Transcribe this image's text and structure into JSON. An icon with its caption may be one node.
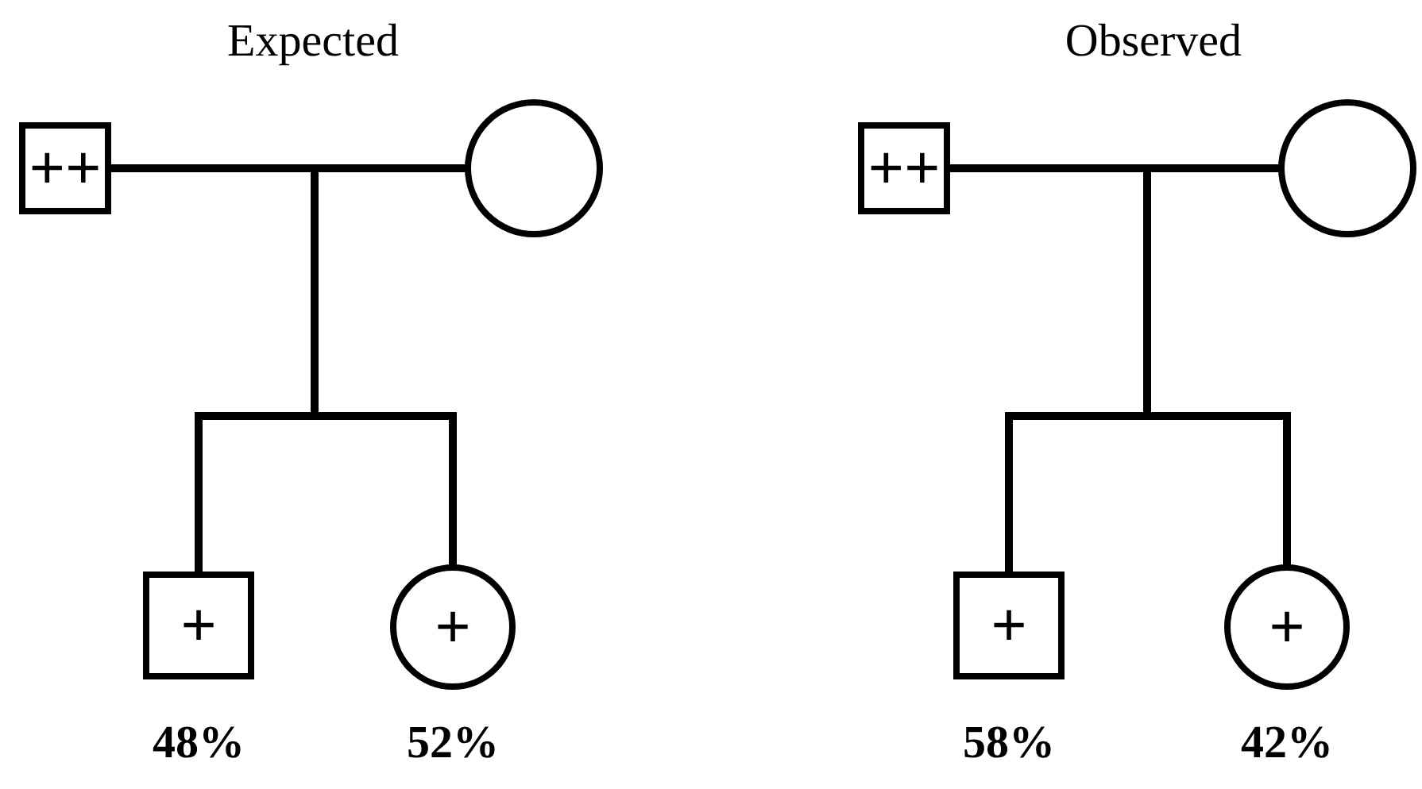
{
  "diagram": {
    "nodes": [
      {
        "text": [
          "++"
        ]
      },
      {
        "text": [],
        "shape": "circle"
      },
      {
        "text": [
          "+"
        ],
        "beside": [
          "48%"
        ]
      },
      {
        "text": [
          "+"
        ],
        "beside": [
          "52%"
        ]
      },
      {
        "text": [
          "++"
        ]
      },
      {
        "text": [],
        "shape": "circle"
      },
      {
        "text": [
          "+"
        ],
        "beside": [
          "58%"
        ]
      },
      {
        "text": [
          "+"
        ],
        "beside": [
          "42%"
        ]
      }
    ],
    "edges": [
      {
        "from": 0,
        "to": 1,
        "arrow": "none"
      },
      {
        "from": 0,
        "to": 2,
        "arrow": "none"
      },
      {
        "from": 1,
        "to": 2,
        "arrow": "none"
      },
      {
        "from": 0,
        "to": 3,
        "arrow": "none"
      },
      {
        "from": 1,
        "to": 3,
        "arrow": "none"
      },
      {
        "from": 4,
        "to": 5,
        "arrow": "none"
      },
      {
        "from": 4,
        "to": 6,
        "arrow": "none"
      },
      {
        "from": 5,
        "to": 6,
        "arrow": "none"
      },
      {
        "from": 4,
        "to": 7,
        "arrow": "none"
      },
      {
        "from": 5,
        "to": 7,
        "arrow": "none"
      }
    ],
    "labels": [
      "Expected",
      "Observed"
    ]
  }
}
